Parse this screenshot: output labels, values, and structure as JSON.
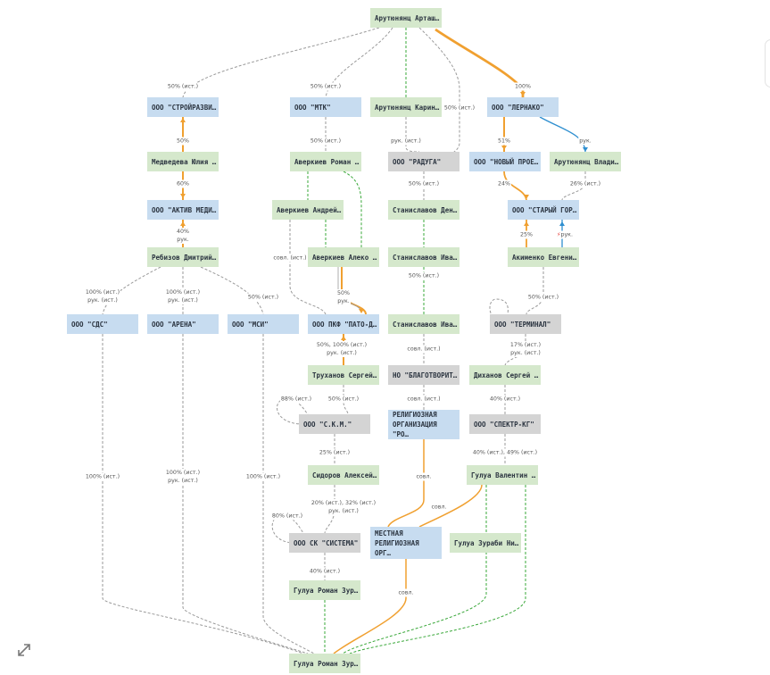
{
  "nodes": [
    {
      "id": "n1",
      "label": "Арутюнянц Арташ…",
      "kind": "person"
    },
    {
      "id": "n2",
      "label": "ООО \"СТРОЙРАЗВИ…",
      "kind": "org"
    },
    {
      "id": "n3",
      "label": "ООО \"МТК\"",
      "kind": "org"
    },
    {
      "id": "n4",
      "label": "Арутюнянц Карин…",
      "kind": "person"
    },
    {
      "id": "n5",
      "label": "ООО \"ЛЕРНАКО\"",
      "kind": "org"
    },
    {
      "id": "n6",
      "label": "Медведева Юлия …",
      "kind": "person"
    },
    {
      "id": "n7",
      "label": "Аверкиев Роман …",
      "kind": "person"
    },
    {
      "id": "n8",
      "label": "ООО \"РАДУГА\"",
      "kind": "inactive"
    },
    {
      "id": "n9",
      "label": "ООО \"НОВЫЙ ПРОЕ…",
      "kind": "org"
    },
    {
      "id": "n10",
      "label": "Арутюнянц Влади…",
      "kind": "person"
    },
    {
      "id": "n11",
      "label": "ООО \"АКТИВ МЕДИ…",
      "kind": "org"
    },
    {
      "id": "n12",
      "label": "Аверкиев Андрей…",
      "kind": "person"
    },
    {
      "id": "n13",
      "label": "Станиславов Ден…",
      "kind": "person"
    },
    {
      "id": "n14",
      "label": "ООО \"СТАРЫЙ ГОР…",
      "kind": "org"
    },
    {
      "id": "n15",
      "label": "Ребизов Дмитрий…",
      "kind": "person"
    },
    {
      "id": "n16",
      "label": "Аверкиев Алеко …",
      "kind": "person"
    },
    {
      "id": "n17",
      "label": "Станиславов Ива…",
      "kind": "person"
    },
    {
      "id": "n18",
      "label": "Акименко Евгени…",
      "kind": "person"
    },
    {
      "id": "n19",
      "label": "ООО \"СДС\"",
      "kind": "org"
    },
    {
      "id": "n20",
      "label": "ООО \"АРЕНА\"",
      "kind": "org"
    },
    {
      "id": "n21",
      "label": "ООО \"МСИ\"",
      "kind": "org"
    },
    {
      "id": "n22",
      "label": "ООО ПКФ \"ПАТО-Д…",
      "kind": "org"
    },
    {
      "id": "n23",
      "label": "Станиславов Ива…",
      "kind": "person"
    },
    {
      "id": "n24",
      "label": "ООО \"ТЕРМИНАЛ\"",
      "kind": "inactive"
    },
    {
      "id": "n25",
      "label": "Труханов Сергей…",
      "kind": "person"
    },
    {
      "id": "n26",
      "label": "НО \"БЛАГОТВОРИТ…",
      "kind": "inactive"
    },
    {
      "id": "n27",
      "label": "Диханов Сергей …",
      "kind": "person"
    },
    {
      "id": "n28",
      "label": "ООО \"С.К.М.\"",
      "kind": "inactive"
    },
    {
      "id": "n29",
      "label": "РЕЛИГИОЗНАЯ ОРГАНИЗАЦИЯ \"РО…",
      "kind": "org"
    },
    {
      "id": "n30",
      "label": "ООО \"СПЕКТР-КГ\"",
      "kind": "inactive"
    },
    {
      "id": "n31",
      "label": "Сидоров Алексей…",
      "kind": "person"
    },
    {
      "id": "n32",
      "label": "Гулуа Валентин …",
      "kind": "person"
    },
    {
      "id": "n33",
      "label": "ООО СК \"СИСТЕМА\"",
      "kind": "inactive"
    },
    {
      "id": "n34",
      "label": "МЕСТНАЯ РЕЛИГИОЗНАЯ ОРГ…",
      "kind": "org"
    },
    {
      "id": "n35",
      "label": "Гулуа Зураби Ни…",
      "kind": "person"
    },
    {
      "id": "n36",
      "label": "Гулуа Роман Зур…",
      "kind": "person"
    },
    {
      "id": "n37",
      "label": "Гулуа Роман Зур…",
      "kind": "person"
    }
  ],
  "edge_labels": [
    "50% (ист.)",
    "50% (ист.)",
    "50% (ист.)",
    "100%",
    "50%",
    "рук. (ист.)",
    "50% (ист.)",
    "51%",
    "рук.",
    "60%",
    "50% (ист.)",
    "24%",
    "26% (ист.)",
    "40%\nрук.",
    "25%",
    "рук.",
    "совл. (ист.)",
    "50%\nрук.",
    "100% (ист.)\nрук. (ист.)",
    "100% (ист.)\nрук. (ист.)",
    "50% (ист.)",
    "50% (ист.)",
    "50% (ист.)",
    "50%, 100% (ист.)\nрук. (ист.)",
    "совл. (ист.)",
    "17% (ист.)\nрук. (ист.)",
    "88% (ист.)",
    "50% (ист.)",
    "совл. (ист.)",
    "40% (ист.)",
    "25% (ист.)",
    "40% (ист.), 49% (ист.)",
    "100% (ист.)",
    "100% (ист.)\nрук. (ист.)",
    "100% (ист.)",
    "совл.",
    "20% (ист.), 32% (ист.)\nрук. (ист.)",
    "совл.",
    "80% (ист.)",
    "40% (ист.)",
    "совл."
  ],
  "colors": {
    "person": "#d5e8cc",
    "org": "#c7dcf0",
    "inactive": "#d4d4d4",
    "edge_gray": "#9a9a9a",
    "edge_orange": "#f0a030",
    "edge_green": "#3aa83a",
    "edge_blue": "#2f8fd0",
    "text": "#2b3440"
  },
  "icons": {
    "expand": "expand-icon",
    "bolt": "lightning-icon"
  }
}
